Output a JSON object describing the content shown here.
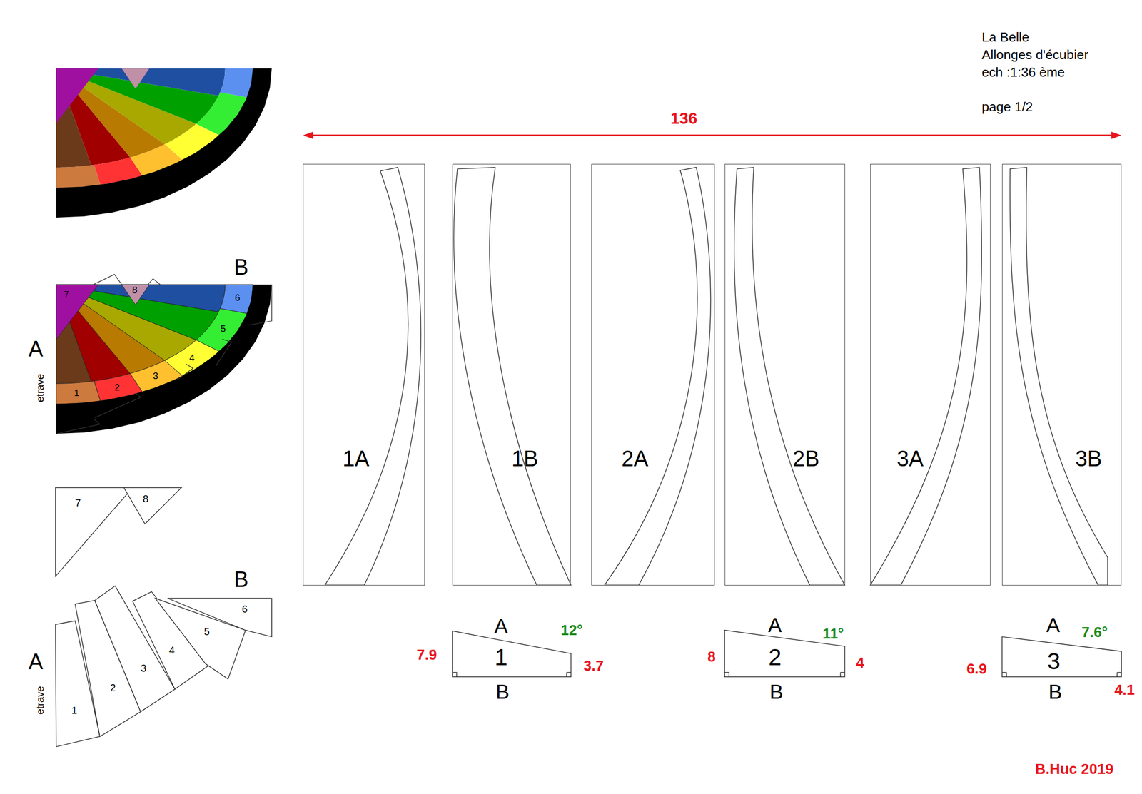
{
  "diagram": {
    "title": "La Belle",
    "nodes": [
      {
        "text": [
          "1"
        ]
      },
      {
        "text": [
          "2"
        ]
      },
      {
        "text": [
          "3"
        ]
      },
      {
        "text": [
          "4"
        ]
      },
      {
        "text": [
          "5"
        ]
      },
      {
        "text": [
          "6"
        ]
      },
      {
        "text": [
          "7"
        ]
      },
      {
        "text": [
          "8"
        ]
      },
      {
        "text": [
          "7"
        ]
      },
      {
        "text": [
          "8"
        ]
      },
      {
        "text": [
          "1"
        ]
      },
      {
        "text": [
          "2"
        ]
      },
      {
        "text": [
          "3"
        ]
      },
      {
        "text": [
          "4"
        ]
      },
      {
        "text": [
          "5"
        ]
      },
      {
        "text": [
          "6"
        ]
      },
      {
        "text": [
          "1A"
        ]
      },
      {
        "text": [
          "1B"
        ]
      },
      {
        "text": [
          "2A"
        ]
      },
      {
        "text": [
          "2B"
        ]
      },
      {
        "text": [
          "3A"
        ]
      },
      {
        "text": [
          "3B"
        ]
      },
      {
        "text": [
          "A",
          "1",
          "B"
        ]
      },
      {
        "text": [
          "A",
          "2",
          "B"
        ]
      },
      {
        "text": [
          "A",
          "3",
          "B"
        ]
      }
    ],
    "labels": [
      "Allonges d'écubier",
      "ech :1:36 ème",
      "page 1/2",
      "136",
      "B",
      "A",
      "etrave",
      "B",
      "A",
      "etrave",
      "7.9",
      "3.7",
      "12°",
      "8",
      "4",
      "11°",
      "6.9",
      "4.1",
      "7.6°",
      "B.Huc 2019"
    ]
  }
}
